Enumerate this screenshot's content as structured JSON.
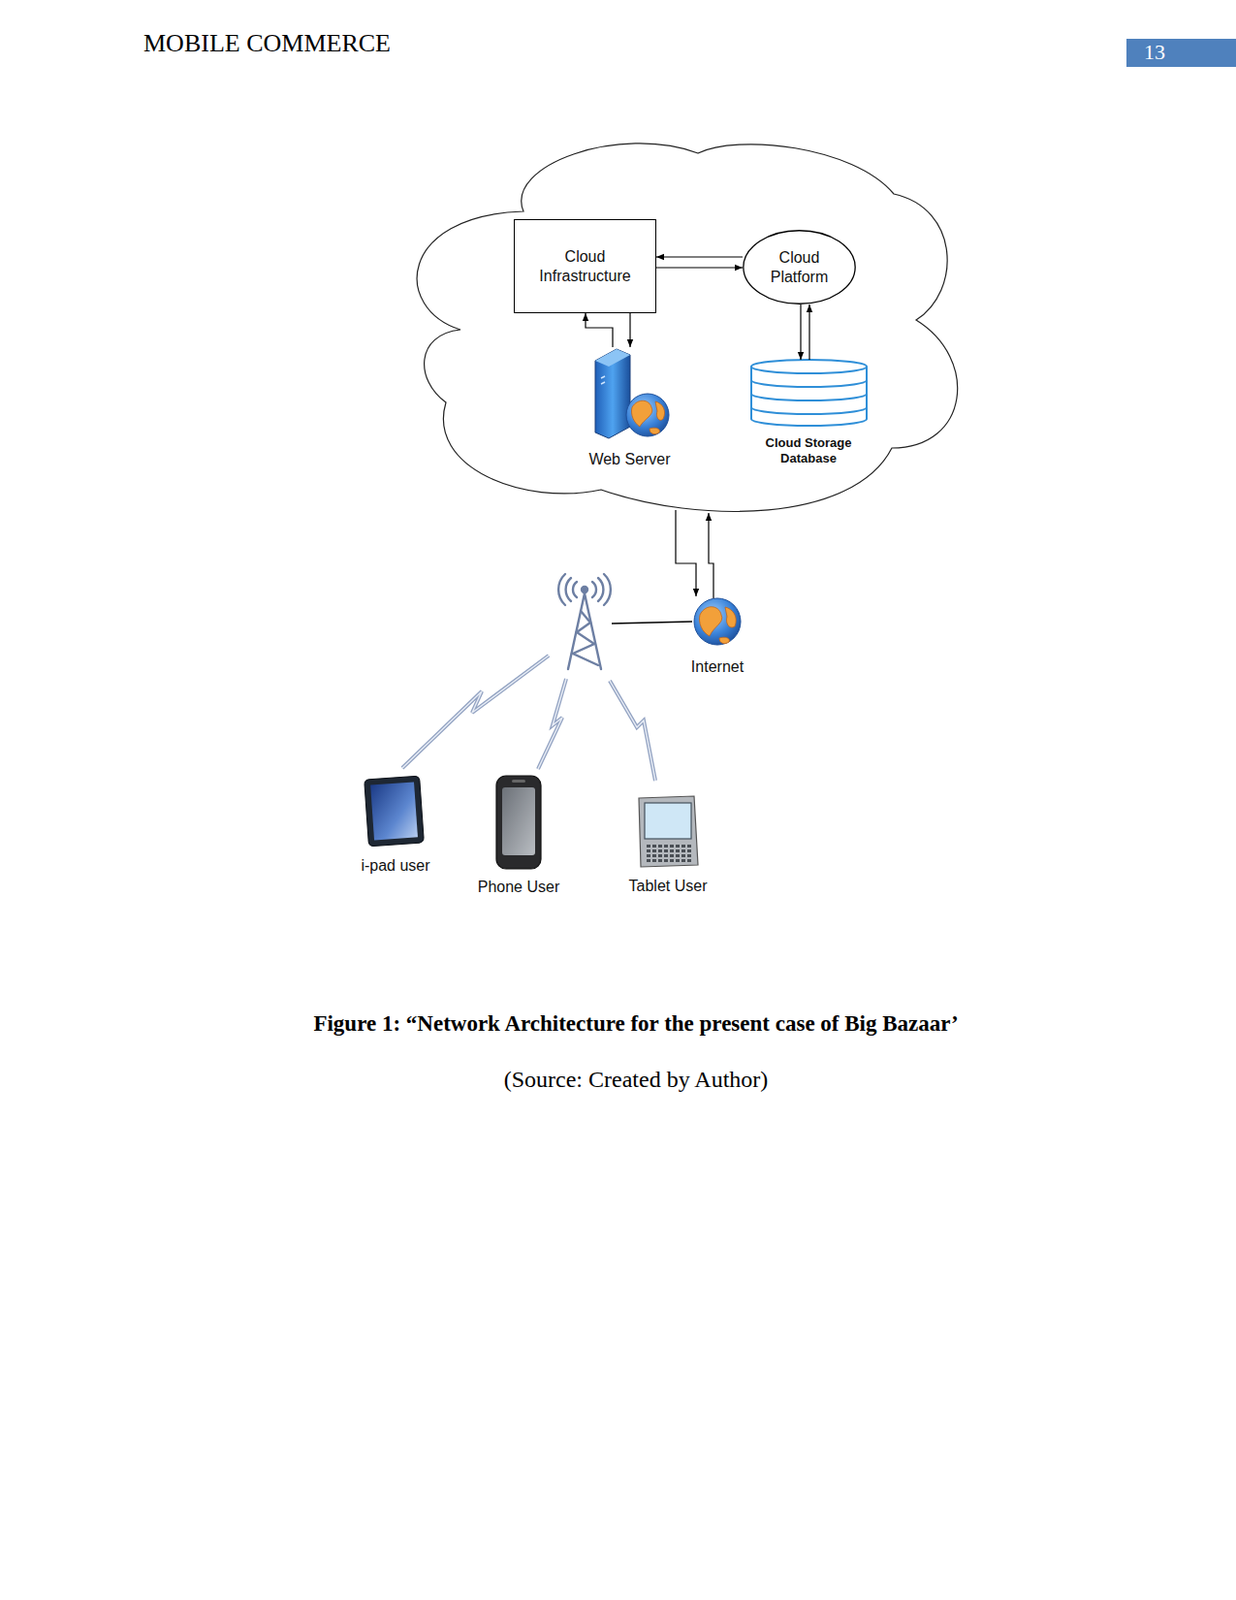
{
  "diagram": {
    "caption": "Figure 1: “Network Architecture for the present case of Big Bazaar’",
    "nodes": [
      {
        "text": [
          "Cloud Infrastructure"
        ]
      },
      {
        "text": [
          "Cloud Platform"
        ]
      },
      {
        "text": [
          "Web Server"
        ]
      },
      {
        "text": [
          "Cloud Storage Database"
        ]
      },
      {
        "text": [
          "Internet"
        ]
      },
      {
        "text": [
          "i-pad user"
        ]
      },
      {
        "text": [
          "Phone User"
        ]
      },
      {
        "text": [
          "Tablet User"
        ]
      }
    ],
    "edges": [
      {
        "from": 1,
        "to": 0,
        "arrow": "to"
      },
      {
        "from": 0,
        "to": 1,
        "arrow": "to"
      },
      {
        "from": 2,
        "to": 0,
        "arrow": "to"
      },
      {
        "from": 0,
        "to": 2,
        "arrow": "to"
      },
      {
        "from": 1,
        "to": 3,
        "arrow": "to"
      },
      {
        "from": 3,
        "to": 1,
        "arrow": "to"
      }
    ],
    "labels": [
      "MOBILE COMMERCE",
      "13",
      "(Source: Created by Author)"
    ]
  }
}
